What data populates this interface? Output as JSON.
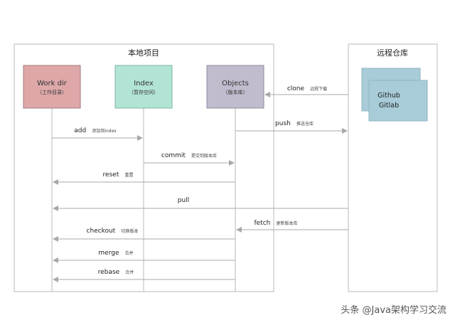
{
  "local_group": {
    "title": "本地项目"
  },
  "remote_group": {
    "title": "远程仓库",
    "items": [
      "Github",
      "Gitlab"
    ]
  },
  "nodes": [
    {
      "id": "workdir",
      "title": "Work dir",
      "subtitle": "（工作目录）",
      "color": "#dea8a9",
      "border": "#a07a7b"
    },
    {
      "id": "index",
      "title": "Index",
      "subtitle": "（暂存空间）",
      "color": "#b2e4d6",
      "border": "#7fb3a4"
    },
    {
      "id": "objects",
      "title": "Objects",
      "subtitle": "（版本库）",
      "color": "#c1bccd",
      "border": "#8f8aa0"
    }
  ],
  "remote_color": "#a8ccd8",
  "arrow_color": "#a8a8a8",
  "arrows": [
    {
      "label": "clone",
      "note": "远程下载"
    },
    {
      "label": "add",
      "note": "添加到index"
    },
    {
      "label": "push",
      "note": "推送仓库"
    },
    {
      "label": "commit",
      "note": "提交到版本库"
    },
    {
      "label": "reset",
      "note": "重置"
    },
    {
      "label": "pull",
      "note": ""
    },
    {
      "label": "fetch",
      "note": "更新版本库"
    },
    {
      "label": "checkout",
      "note": "切换版本"
    },
    {
      "label": "merge",
      "note": "合并"
    },
    {
      "label": "rebase",
      "note": "合并"
    }
  ],
  "watermark": "头条 @Java架构学习交流"
}
